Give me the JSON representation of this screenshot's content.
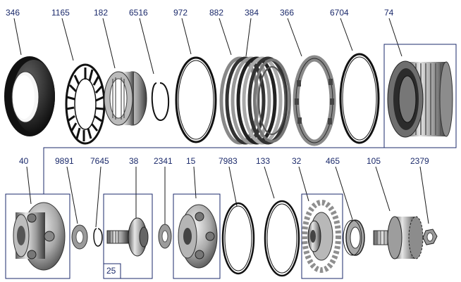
{
  "diagram": {
    "top_row_labels": [
      "346",
      "1165",
      "182",
      "6516",
      "972",
      "882",
      "384",
      "366",
      "6704",
      "74"
    ],
    "bottom_row_labels": [
      "40",
      "9891",
      "7645",
      "38",
      "2341",
      "15",
      "7983",
      "133",
      "32",
      "465",
      "105",
      "2379"
    ],
    "sub_assembly_tag": "25"
  },
  "colors": {
    "label_text": "#1b2a6b",
    "frame": "#1b2a6b",
    "part_dark": "#222222",
    "part_metal": "#9a9a9a",
    "part_light": "#d8d8d8"
  },
  "icons": {
    "346": "seal-icon",
    "1165": "wave-spring-icon",
    "182": "bearing-icon",
    "6516": "snap-ring-icon",
    "972": "snap-ring-icon",
    "882": "clutch-pack-icon",
    "384": "clutch-pack-icon",
    "366": "pressure-plate-icon",
    "6704": "snap-ring-icon",
    "74": "drum-icon",
    "40": "planetary-carrier-icon",
    "9891": "thrust-washer-icon",
    "7645": "snap-ring-icon",
    "38": "sun-gear-shaft-icon",
    "2341": "thrust-washer-icon",
    "15": "planetary-carrier-icon",
    "7983": "snap-ring-icon",
    "133": "snap-ring-icon",
    "32": "ring-gear-icon",
    "465": "thrust-bearing-icon",
    "105": "output-gear-icon",
    "2379": "nut-icon"
  }
}
